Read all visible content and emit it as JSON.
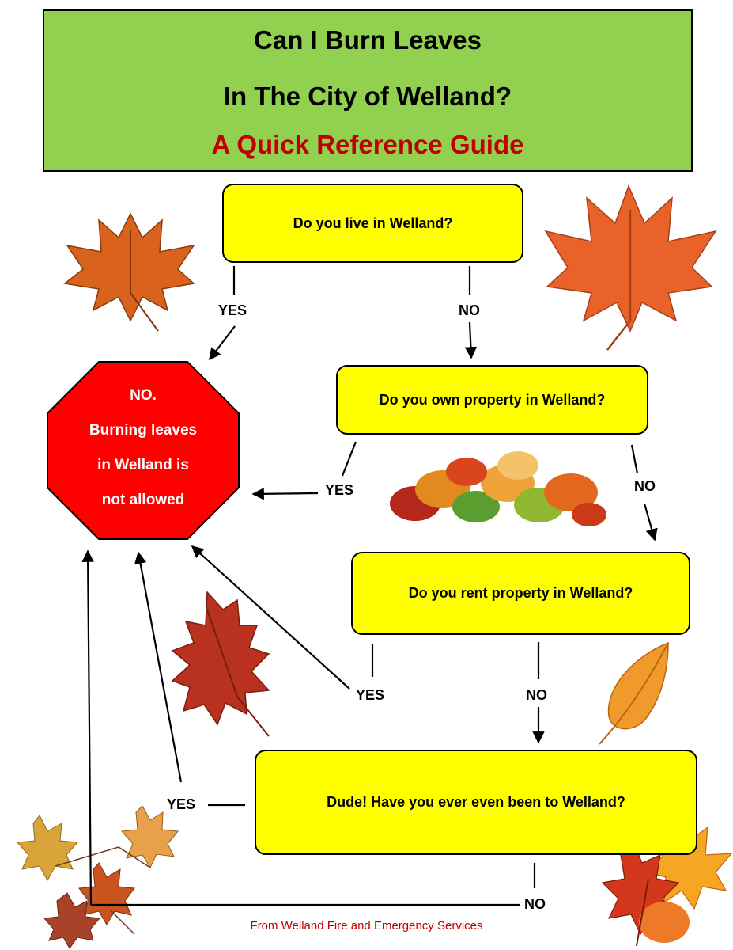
{
  "header": {
    "line1": "Can I Burn Leaves",
    "line2": "In The City of Welland?",
    "subtitle": "A Quick Reference Guide"
  },
  "questions": {
    "q1": "Do you live in Welland?",
    "q2": "Do you own property in Welland?",
    "q3": "Do you rent property in Welland?",
    "q4": "Dude! Have you ever even been to Welland?"
  },
  "stop_sign": {
    "line1": "NO.",
    "line2": "Burning leaves",
    "line3": "in Welland is",
    "line4": "not allowed"
  },
  "labels": {
    "yes": "YES",
    "no": "NO"
  },
  "footer": "From Welland Fire and Emergency Services",
  "colors": {
    "banner": "#92d050",
    "question_box": "#ffff00",
    "stop_sign": "#ff0000",
    "subtitle": "#c00000"
  }
}
